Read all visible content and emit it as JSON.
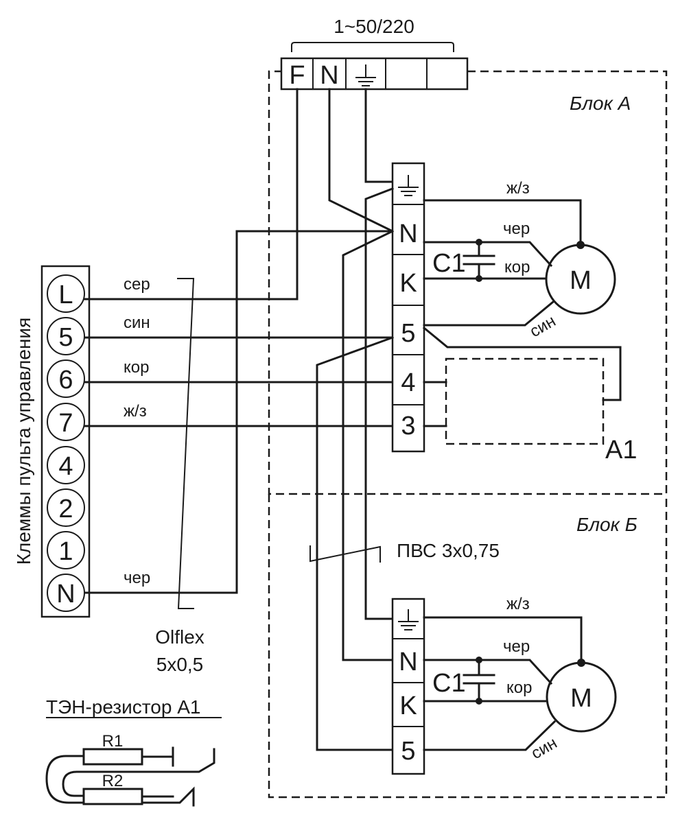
{
  "supply": {
    "label": "1~50/220",
    "terminals": [
      "F",
      "N",
      "⏚",
      "",
      ""
    ]
  },
  "blocks": {
    "a": "Блок  А",
    "b": "Блок  Б"
  },
  "controller": {
    "caption": "Клеммы пульта управления",
    "terminals": [
      "L",
      "5",
      "6",
      "7",
      "4",
      "2",
      "1",
      "N"
    ]
  },
  "wire_colors": {
    "grey": "сер",
    "blue": "син",
    "brown": "кор",
    "yellow_green": "ж/з",
    "black": "чер"
  },
  "terminal_block_a": [
    "⏚",
    "N",
    "K",
    "5",
    "4",
    "3"
  ],
  "terminal_block_b": [
    "⏚",
    "N",
    "K",
    "5"
  ],
  "components": {
    "capacitor": "C1",
    "motor": "M",
    "heater": "A1",
    "r1": "R1",
    "r2": "R2"
  },
  "cables": {
    "olflex_name": "Olflex",
    "olflex_size": "5x0,5",
    "pvs": "ПВС 3х0,75"
  },
  "heater_legend": {
    "title": "ТЭН-резистор А1"
  }
}
